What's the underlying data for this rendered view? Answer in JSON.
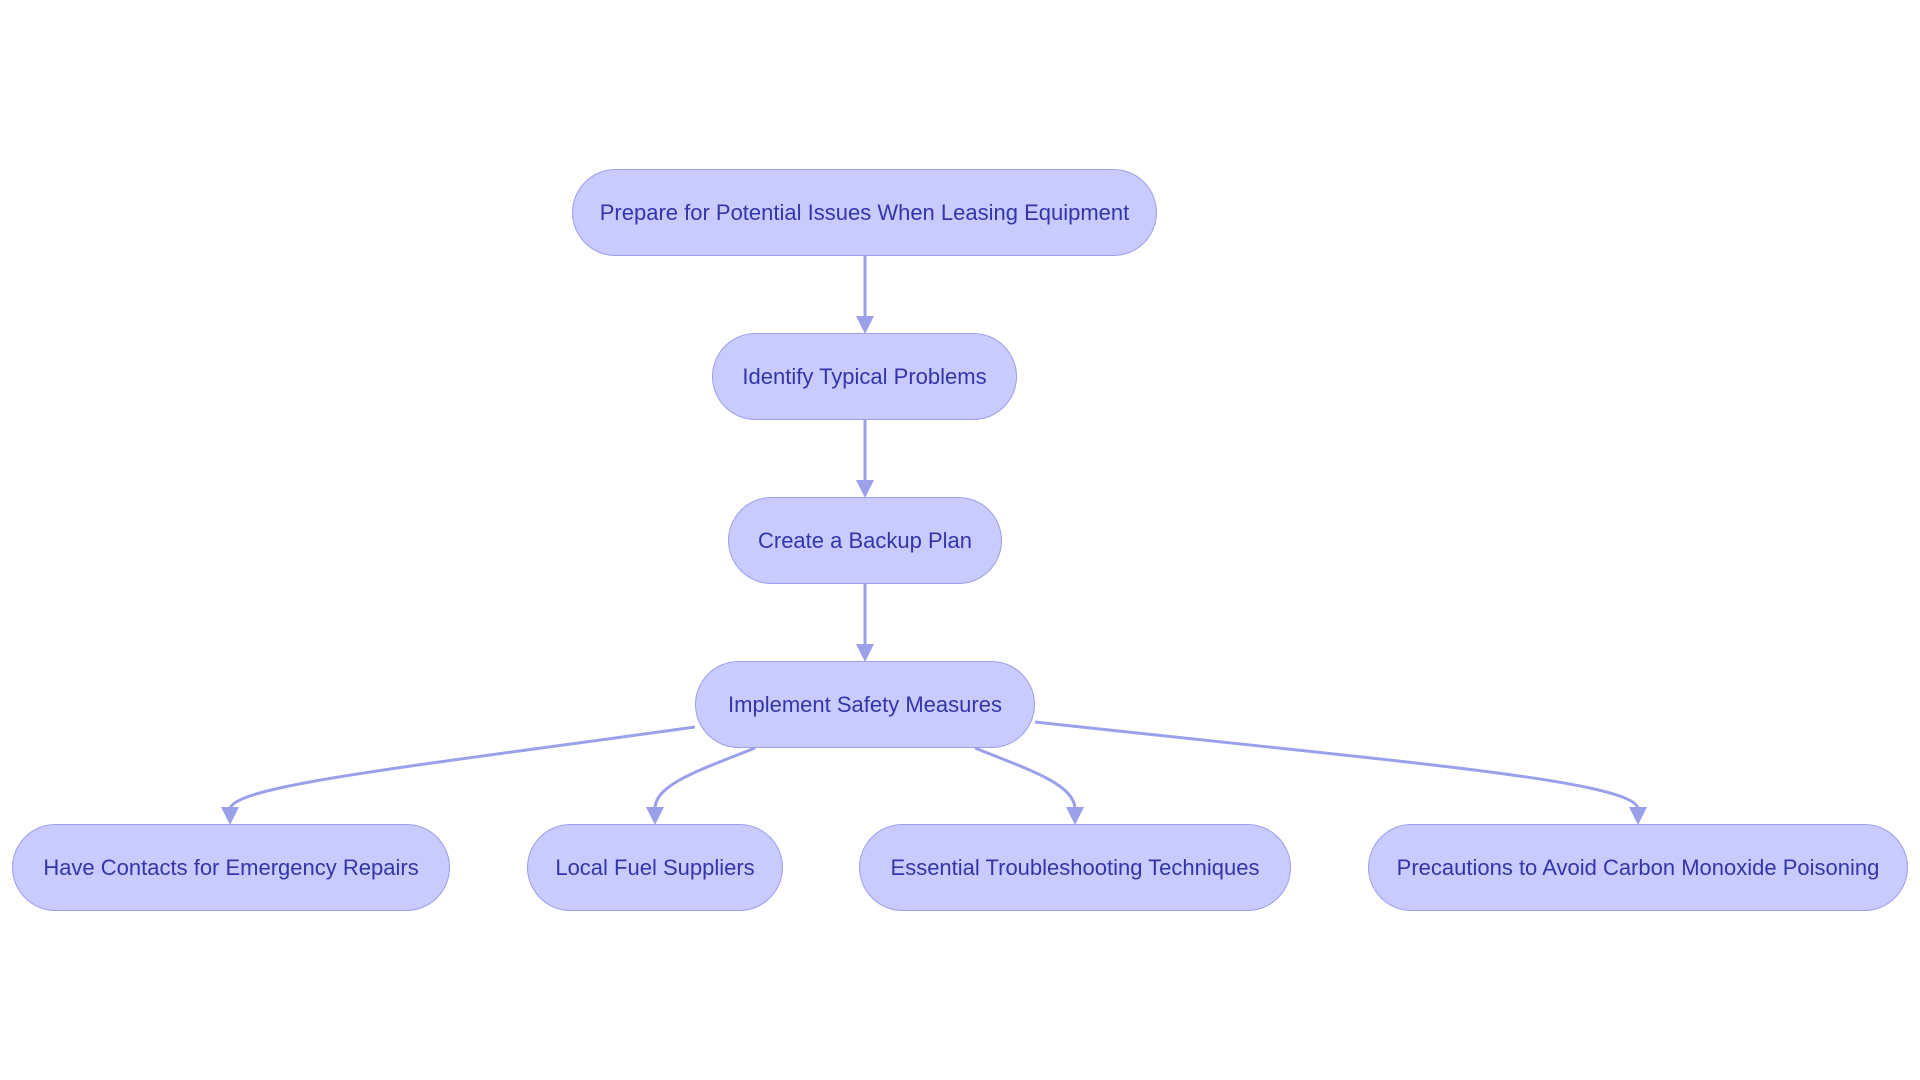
{
  "diagram": {
    "nodes": [
      {
        "id": "prepare",
        "label": "Prepare for Potential Issues When Leasing Equipment"
      },
      {
        "id": "identify",
        "label": "Identify Typical Problems"
      },
      {
        "id": "backup",
        "label": "Create a Backup Plan"
      },
      {
        "id": "safety",
        "label": "Implement Safety Measures"
      },
      {
        "id": "contacts",
        "label": "Have Contacts for Emergency Repairs"
      },
      {
        "id": "fuel",
        "label": "Local Fuel Suppliers"
      },
      {
        "id": "troubleshooting",
        "label": "Essential Troubleshooting Techniques"
      },
      {
        "id": "carbon",
        "label": "Precautions to Avoid Carbon Monoxide Poisoning"
      }
    ],
    "edges": [
      {
        "from": "prepare",
        "to": "identify"
      },
      {
        "from": "identify",
        "to": "backup"
      },
      {
        "from": "backup",
        "to": "safety"
      },
      {
        "from": "safety",
        "to": "contacts"
      },
      {
        "from": "safety",
        "to": "fuel"
      },
      {
        "from": "safety",
        "to": "troubleshooting"
      },
      {
        "from": "safety",
        "to": "carbon"
      }
    ],
    "colors": {
      "node_fill": "#c9cbff",
      "node_border": "#9aa0ea",
      "node_text": "#3335a8",
      "edge": "#9aa0ea"
    }
  }
}
